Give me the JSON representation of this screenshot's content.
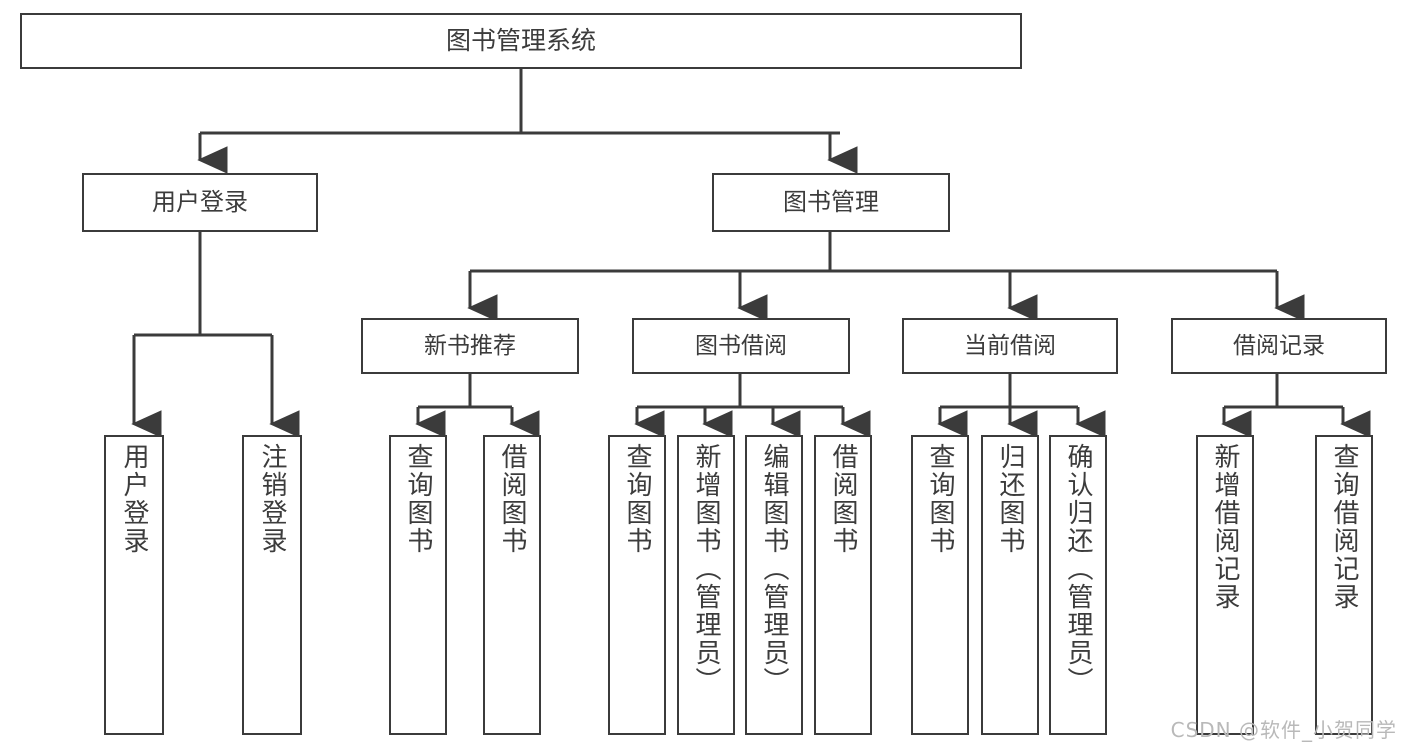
{
  "diagram": {
    "title": "图书管理系统",
    "watermark": "CSDN @软件_小贺同学",
    "line_color": "#3b3b3b",
    "box_fill": "#ffffff",
    "text_color": "#3c3c3c",
    "root": {
      "label": "图书管理系统"
    },
    "level2": [
      {
        "label": "用户登录"
      },
      {
        "label": "图书管理"
      }
    ],
    "level3": [
      {
        "label": "新书推荐"
      },
      {
        "label": "图书借阅"
      },
      {
        "label": "当前借阅"
      },
      {
        "label": "借阅记录"
      }
    ],
    "leaves": {
      "user_login": [
        {
          "label": "用户登录"
        },
        {
          "label": "注销登录"
        }
      ],
      "new_book": [
        {
          "label": "查询图书"
        },
        {
          "label": "借阅图书"
        }
      ],
      "borrow_book": [
        {
          "label": "查询图书"
        },
        {
          "label": "新增图书（管理员）"
        },
        {
          "label": "编辑图书（管理员）"
        },
        {
          "label": "借阅图书"
        }
      ],
      "current_borrow": [
        {
          "label": "查询图书"
        },
        {
          "label": "归还图书"
        },
        {
          "label": "确认归还（管理员）"
        }
      ],
      "borrow_record": [
        {
          "label": "新增借阅记录"
        },
        {
          "label": "查询借阅记录"
        }
      ]
    }
  }
}
